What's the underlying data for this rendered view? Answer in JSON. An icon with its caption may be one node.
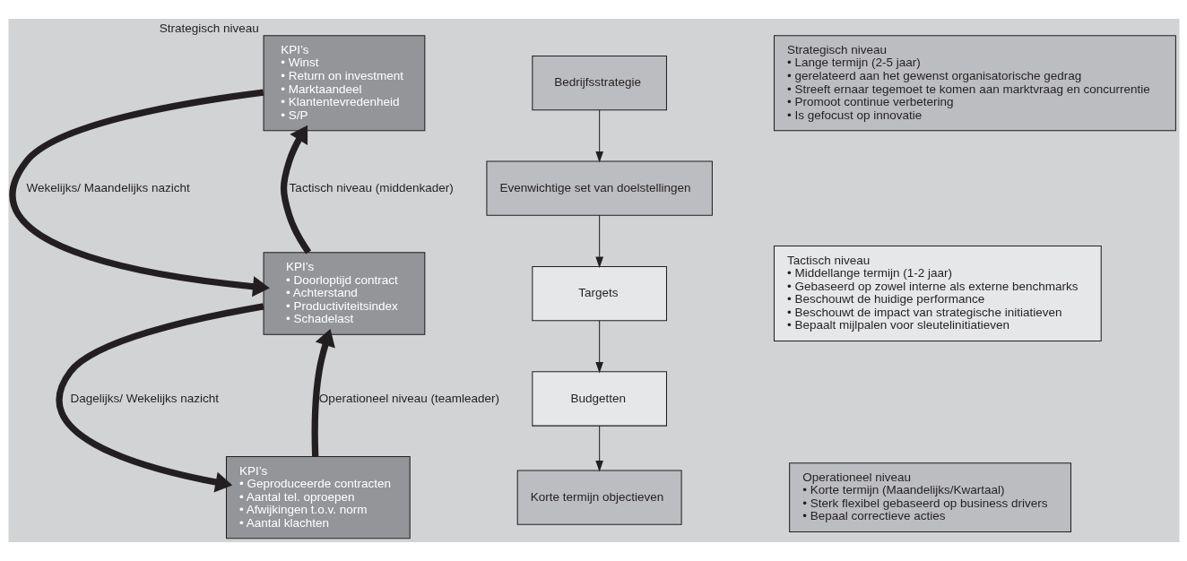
{
  "diagram": {
    "nodes": [
      {
        "text": [
          "KPI’s",
          "• Winst",
          "• Return on investment",
          "• Marktaandeel",
          "• Klantentevredenheid",
          "• S/P"
        ],
        "beside": [
          "Strategisch niveau"
        ]
      },
      {
        "text": [
          "KPI’s",
          "• Doorloptijd contract",
          "• Achterstand",
          "• Productiviteitsindex",
          "• Schadelast"
        ]
      },
      {
        "text": [
          "KPI’s",
          "• Geproduceerde contracten",
          "• Aantal tel. oproepen",
          "• Afwijkingen t.o.v. norm",
          "• Aantal klachten"
        ]
      },
      {
        "text": [
          "Bedrijfsstrategie"
        ]
      },
      {
        "text": [
          "Evenwichtige set van doelstellingen"
        ]
      },
      {
        "text": [
          "Targets"
        ]
      },
      {
        "text": [
          "Budgetten"
        ]
      },
      {
        "text": [
          "Korte termijn objectieven"
        ]
      },
      {
        "text": [
          "Strategisch niveau",
          "• Lange termijn (2-5 jaar)",
          "• gerelateerd aan het gewenst organisatorische gedrag",
          "• Streeft ernaar tegemoet te komen aan marktvraag en concurrentie",
          "• Promoot continue verbetering",
          "• Is gefocust op innovatie"
        ]
      },
      {
        "text": [
          "Tactisch niveau",
          "• Middellange termijn (1-2 jaar)",
          "• Gebaseerd op zowel interne als externe benchmarks",
          "• Beschouwt de huidige performance",
          "• Beschouwt de impact van strategische initiatieven",
          "• Bepaalt mijlpalen voor sleutelinitiatieven"
        ]
      },
      {
        "text": [
          "Operationeel niveau",
          "• Korte termijn (Maandelijks/Kwartaal)",
          "• Sterk flexibel gebaseerd op business drivers",
          "• Bepaal correctieve acties"
        ]
      }
    ],
    "edges": [
      {
        "from": 0,
        "to": 1,
        "arrow": "to",
        "label": "Wekelijks/ Maandelijks nazicht",
        "style": "thick"
      },
      {
        "from": 1,
        "to": 2,
        "arrow": "to",
        "label": "Dagelijks/ Wekelijks nazicht",
        "style": "thick"
      },
      {
        "from": 1,
        "to": 0,
        "arrow": "to",
        "label": "Tactisch niveau (middenkader)",
        "style": "thick"
      },
      {
        "from": 2,
        "to": 1,
        "arrow": "to",
        "label": "Operationeel niveau (teamleader)",
        "style": "thick"
      },
      {
        "from": 3,
        "to": 4,
        "arrow": "to"
      },
      {
        "from": 4,
        "to": 5,
        "arrow": "to"
      },
      {
        "from": 5,
        "to": 6,
        "arrow": "to"
      },
      {
        "from": 6,
        "to": 7,
        "arrow": "to"
      }
    ]
  }
}
